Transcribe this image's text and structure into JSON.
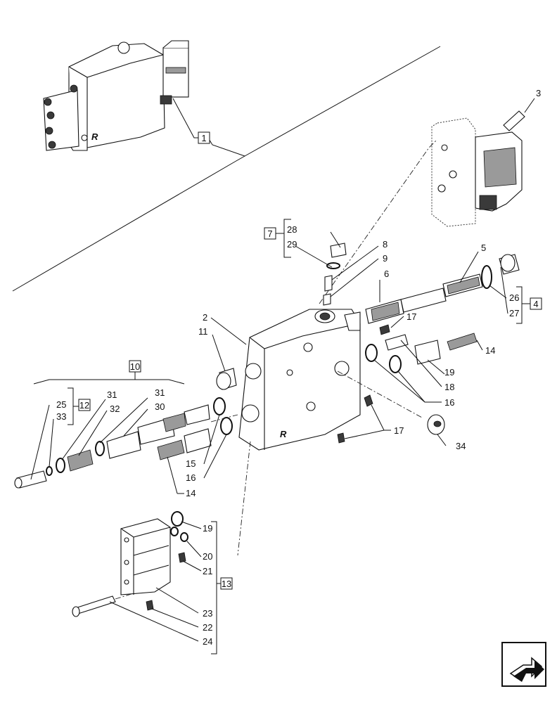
{
  "labels": {
    "l1": "1",
    "l2": "2",
    "l3": "3",
    "l4": "4",
    "l5": "5",
    "l6": "6",
    "l7": "7",
    "l8": "8",
    "l9": "9",
    "l10": "10",
    "l11": "11",
    "l12": "12",
    "l13": "13",
    "l14a": "14",
    "l14b": "14",
    "l15": "15",
    "l16a": "16",
    "l16b": "16",
    "l17a": "17",
    "l17b": "17",
    "l18": "18",
    "l19a": "19",
    "l19b": "19",
    "l20": "20",
    "l21": "21",
    "l22": "22",
    "l23": "23",
    "l24": "24",
    "l25": "25",
    "l26": "26",
    "l27": "27",
    "l28": "28",
    "l29": "29",
    "l30": "30",
    "l31a": "31",
    "l31b": "31",
    "l32": "32",
    "l33": "33",
    "l34": "34"
  },
  "body_stamp": "R",
  "nav": {
    "icon": "next-page-arrow-icon"
  }
}
